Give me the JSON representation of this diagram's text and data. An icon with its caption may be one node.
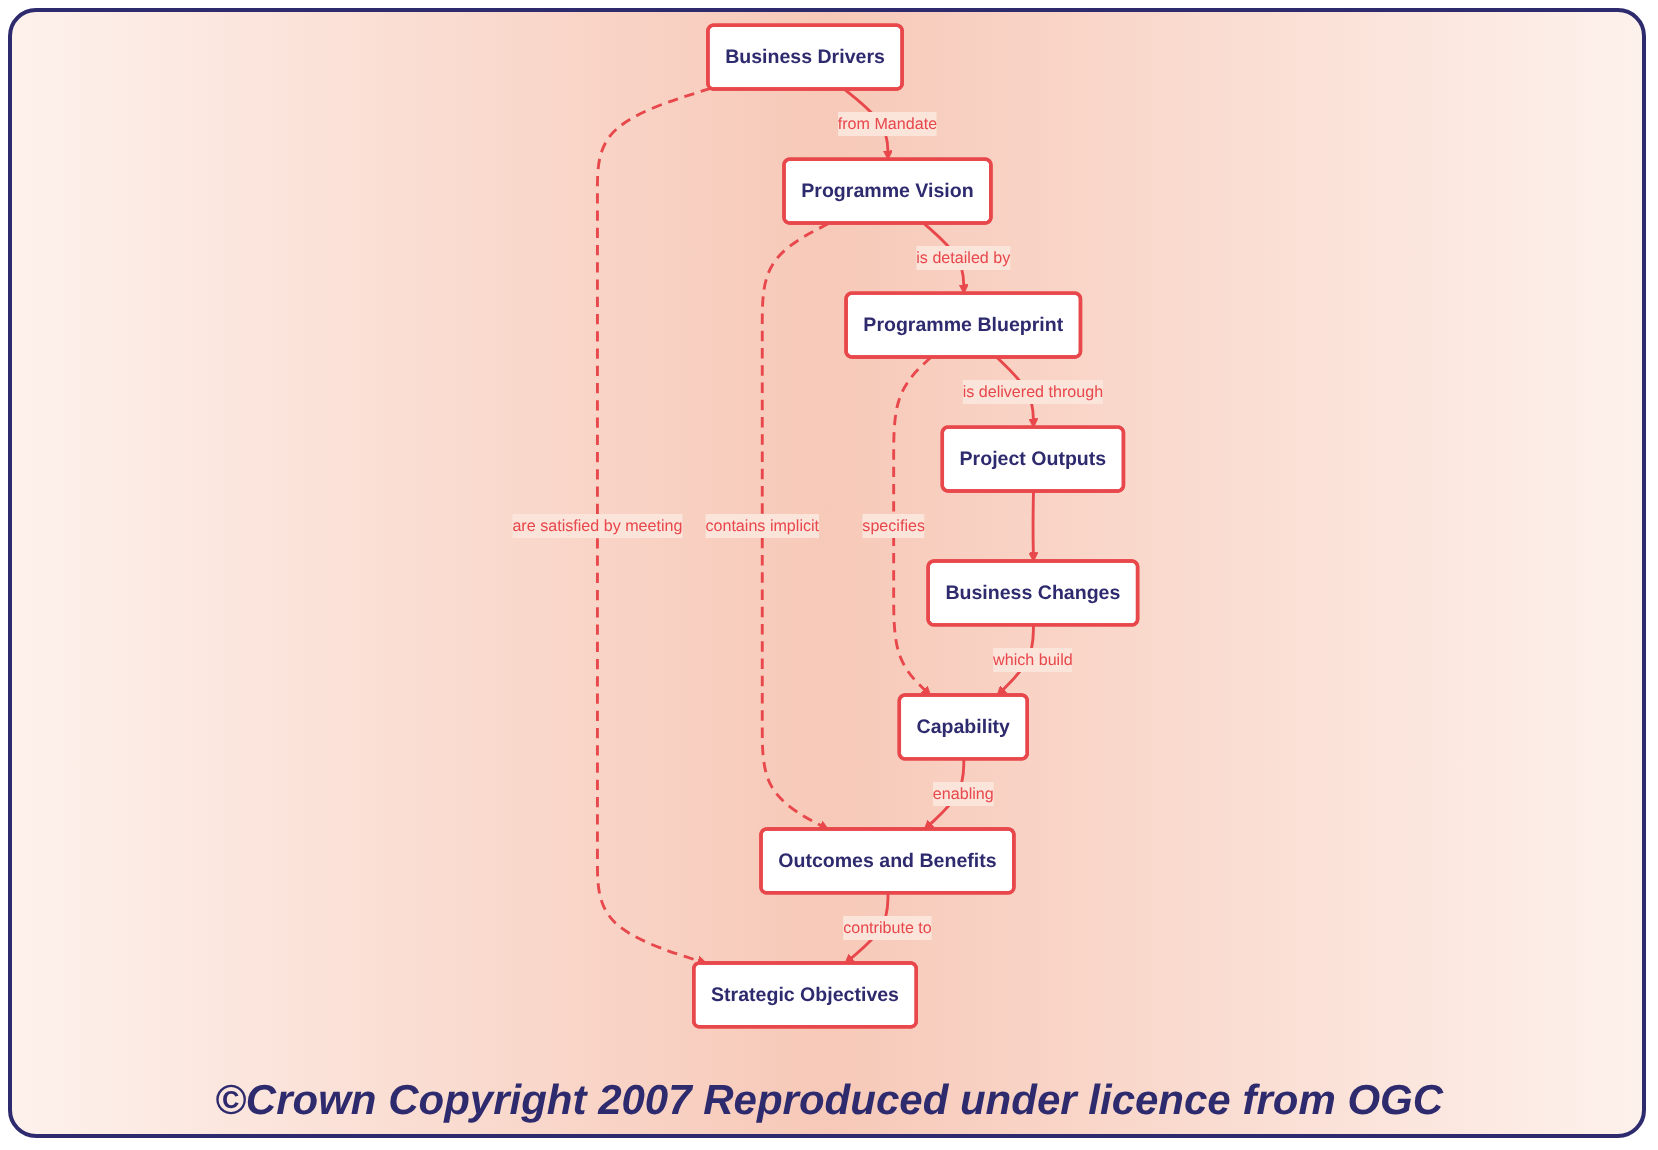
{
  "diagram": {
    "caption": "©Crown Copyright 2007 Reproduced under licence from OGC",
    "nodes": [
      {
        "text": [
          "Business Drivers"
        ]
      },
      {
        "text": [
          "Strategic Objectives"
        ]
      },
      {
        "text": [
          "Programme Vision"
        ]
      },
      {
        "text": [
          "Outcomes and Benefits"
        ]
      },
      {
        "text": [
          "Programme Blueprint"
        ]
      },
      {
        "text": [
          "Capability"
        ]
      },
      {
        "text": [
          "Project Outputs"
        ]
      },
      {
        "text": [
          "Business Changes"
        ]
      }
    ],
    "edges": [
      {
        "from": 0,
        "to": 1,
        "arrow": "to",
        "label": "are satisfied by meeting",
        "style": "dashed"
      },
      {
        "from": 0,
        "to": 2,
        "arrow": "to",
        "label": "from Mandate"
      },
      {
        "from": 2,
        "to": 3,
        "arrow": "to",
        "label": "contains implicit",
        "style": "dashed"
      },
      {
        "from": 2,
        "to": 4,
        "arrow": "to",
        "label": "is detailed by"
      },
      {
        "from": 4,
        "to": 5,
        "arrow": "to",
        "label": "specifies",
        "style": "dashed"
      },
      {
        "from": 4,
        "to": 6,
        "arrow": "to",
        "label": "is delivered through"
      },
      {
        "from": 6,
        "to": 7,
        "arrow": "to"
      },
      {
        "from": 7,
        "to": 5,
        "arrow": "to",
        "label": "which build"
      },
      {
        "from": 5,
        "to": 3,
        "arrow": "to",
        "label": "enabling"
      },
      {
        "from": 3,
        "to": 1,
        "arrow": "to",
        "label": "contribute to"
      }
    ]
  }
}
